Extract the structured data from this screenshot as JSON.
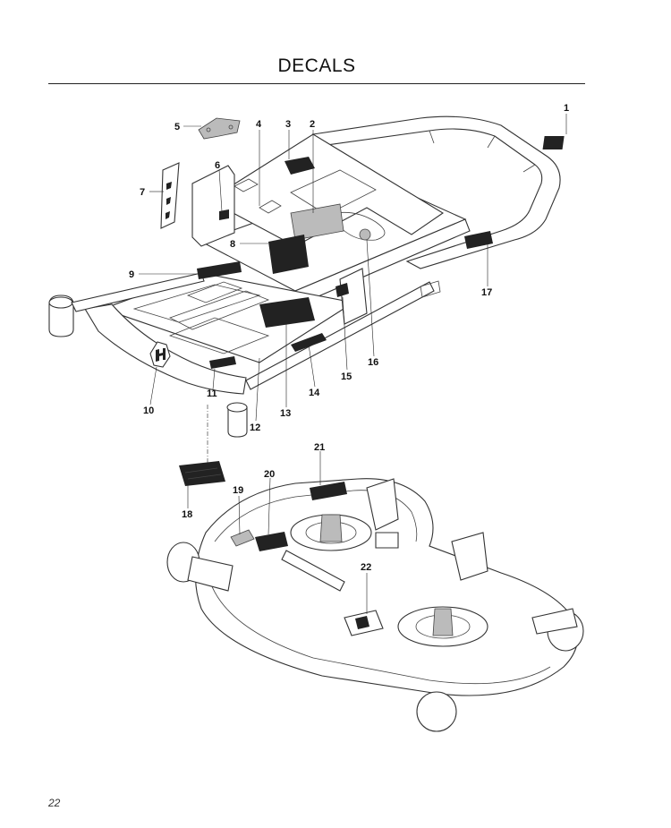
{
  "page": {
    "title": "DECALS",
    "page_number": "22"
  },
  "callouts": [
    "1",
    "2",
    "3",
    "4",
    "5",
    "6",
    "7",
    "8",
    "9",
    "10",
    "11",
    "12",
    "13",
    "14",
    "15",
    "16",
    "17",
    "18",
    "19",
    "20",
    "21",
    "22"
  ],
  "colors": {
    "line": "#333333",
    "decal": "#222222",
    "background": "#ffffff"
  }
}
